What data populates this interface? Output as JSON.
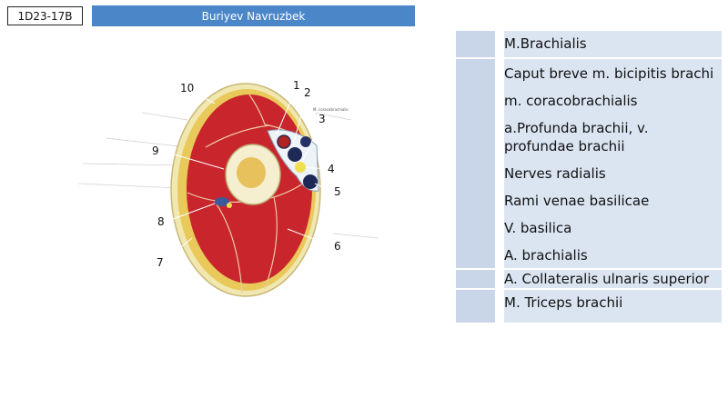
{
  "header": {
    "id_label": "1D23-17B",
    "name": "Buriyev Navruzbek"
  },
  "figure": {
    "labels": [
      "1",
      "2",
      "3",
      "4",
      "5",
      "6",
      "7",
      "8",
      "9",
      "10"
    ],
    "tag_text": "M. coracobrachialis"
  },
  "legend": {
    "row1": "M.Brachialis",
    "group": [
      "Caput breve m. bicipitis brachi",
      "m. coracobrachialis",
      "a.Profunda brachii, v. profundae brachii",
      "Nerves radialis",
      "Rami venae basilicae",
      "V. basilica",
      "A. brachialis"
    ],
    "row3": "A. Collateralis ulnaris superior",
    "row4": "M. Triceps brachii"
  },
  "colors": {
    "header_bar": "#4a86c8",
    "table_key": "#c9d6ea",
    "table_text": "#dbe5f2",
    "muscle": "#c8262c",
    "fat": "#e8c95a"
  }
}
